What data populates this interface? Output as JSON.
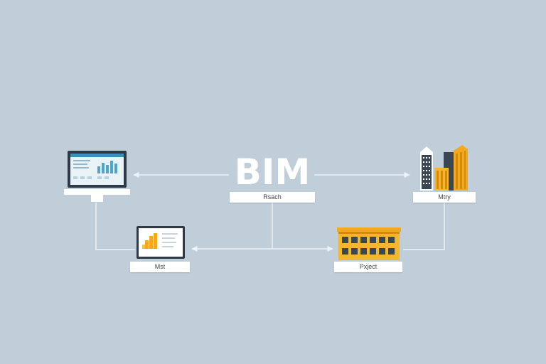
{
  "hub": {
    "title": "BIM",
    "label": "Rsach"
  },
  "nodes": {
    "monitor": {
      "label": "",
      "icon": "monitor-icon"
    },
    "buildings": {
      "label": "Mtry",
      "icon": "buildings-icon"
    },
    "laptop": {
      "label": "Mst",
      "icon": "laptop-icon"
    },
    "project": {
      "label": "Pxject",
      "icon": "building-facade-icon"
    }
  },
  "colors": {
    "background": "#bfced9",
    "connector": "#eef3f7",
    "accent_orange": "#f2a81f",
    "screen_blue": "#4fa6cc",
    "dark": "#3a4654"
  }
}
